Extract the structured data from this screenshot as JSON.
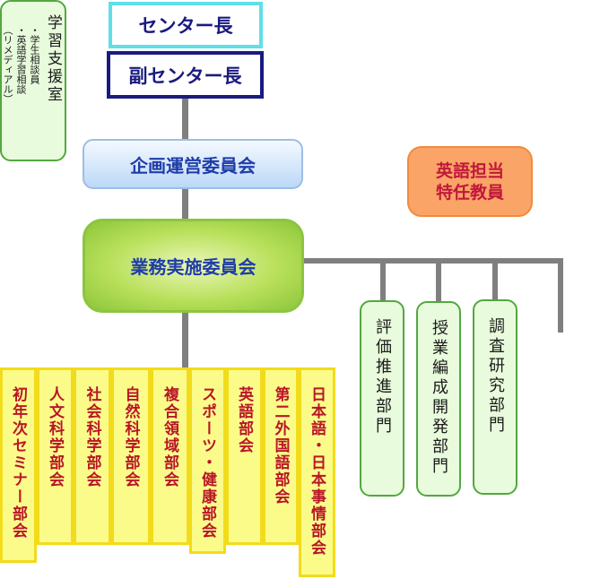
{
  "director": "センター長",
  "vice_director": "副センター長",
  "planning_committee": "企画運営委員会",
  "english_teacher": [
    "英語担当",
    "特任教員"
  ],
  "executive_committee": "業務実施委員会",
  "sections": [
    "評価推進部門",
    "授業編成開発部門",
    "調査研究部門"
  ],
  "learning_support": {
    "title": "学習支援室",
    "sub_lines": [
      "・学生相談員",
      "・英語学習相談",
      "（リメディアル）"
    ]
  },
  "departments": [
    "初年次セミナー部会",
    "人文科学部会",
    "社会科学部会",
    "自然科学部会",
    "複合領域部会",
    "スポーツ・健康部会",
    "英語部会",
    "第二外国語部会",
    "日本語・日本事情部会"
  ],
  "colors": {
    "connector": "#7f7f7f",
    "department_fill": "#fbfb8a",
    "department_border": "#f2db1a",
    "department_text": "#b81628",
    "section_fill": "#e8fbdc",
    "section_border": "#52a83f",
    "committee_text": "#1f3ca8",
    "director_border": "#5fdfe8",
    "vice_border": "#1a1a80",
    "english_fill": "#fba467"
  }
}
